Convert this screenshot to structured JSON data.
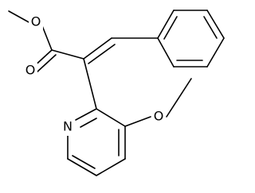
{
  "molecule": {
    "atoms": {
      "ether_o": "O",
      "carbonyl_o": "O",
      "ring_o": "O",
      "ring_n": "N"
    }
  }
}
